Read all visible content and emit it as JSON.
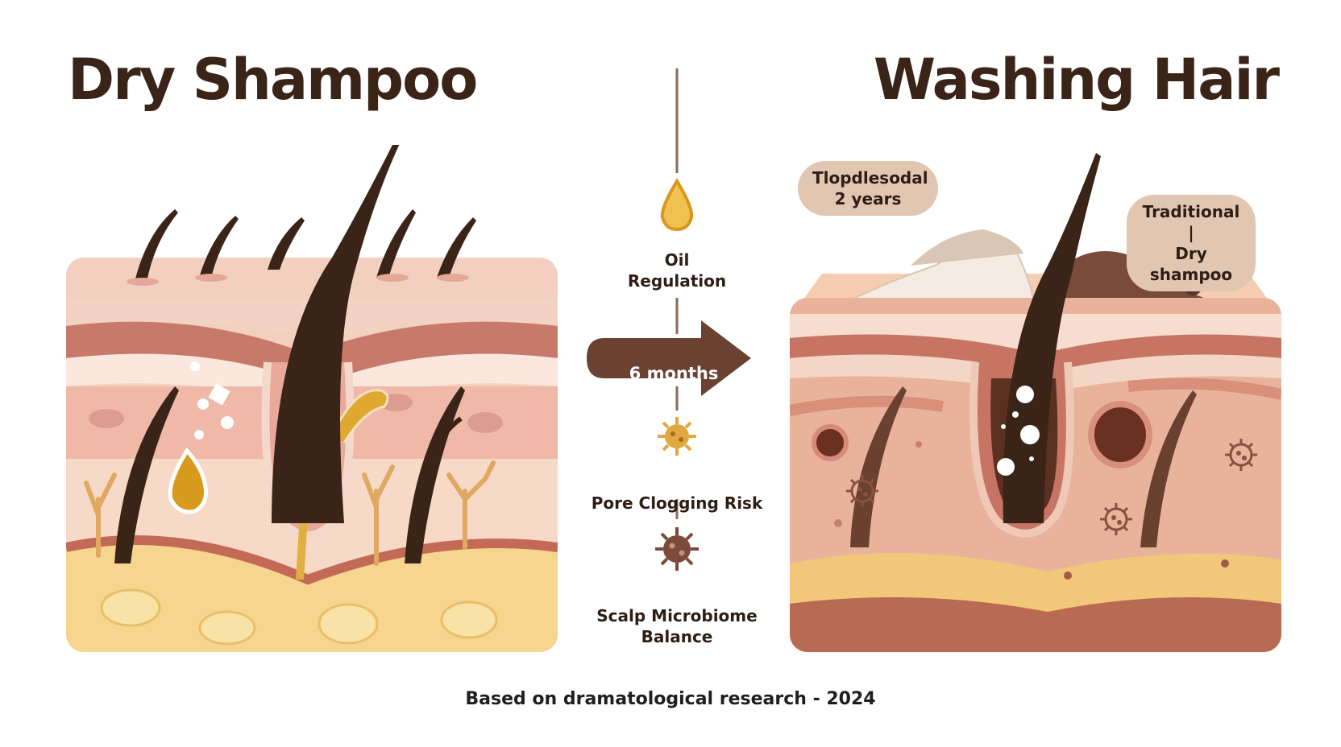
{
  "titles": {
    "left": "Dry Shampoo",
    "right": "Washing Hair"
  },
  "center": {
    "oil_label": "Oil\nRegulation",
    "arrow_label": "6 months",
    "pore_label": "Pore Clogging Risk",
    "microbiome_label": "Scalp Microbiome\nBalance"
  },
  "right_bubbles": {
    "top_left": "Tlopdlesodal\n2 years",
    "top_right": "Traditional |\nDry shampoo"
  },
  "footer": "Based on dramatological research - 2024",
  "icons": {
    "oil": "oil-drop-icon",
    "pore": "bacteria-icon",
    "microbiome": "microbe-icon",
    "arrow": "right-arrow-icon"
  },
  "colors": {
    "title": "#3a2418",
    "hair": "#3a2418",
    "skin_top": "#f5c9a8",
    "dermis": "#f0c0b4",
    "fat": "#f6d58e",
    "oil": "#d89a1c",
    "arrow": "#6b4232",
    "bubble": "#e1c6b1"
  }
}
